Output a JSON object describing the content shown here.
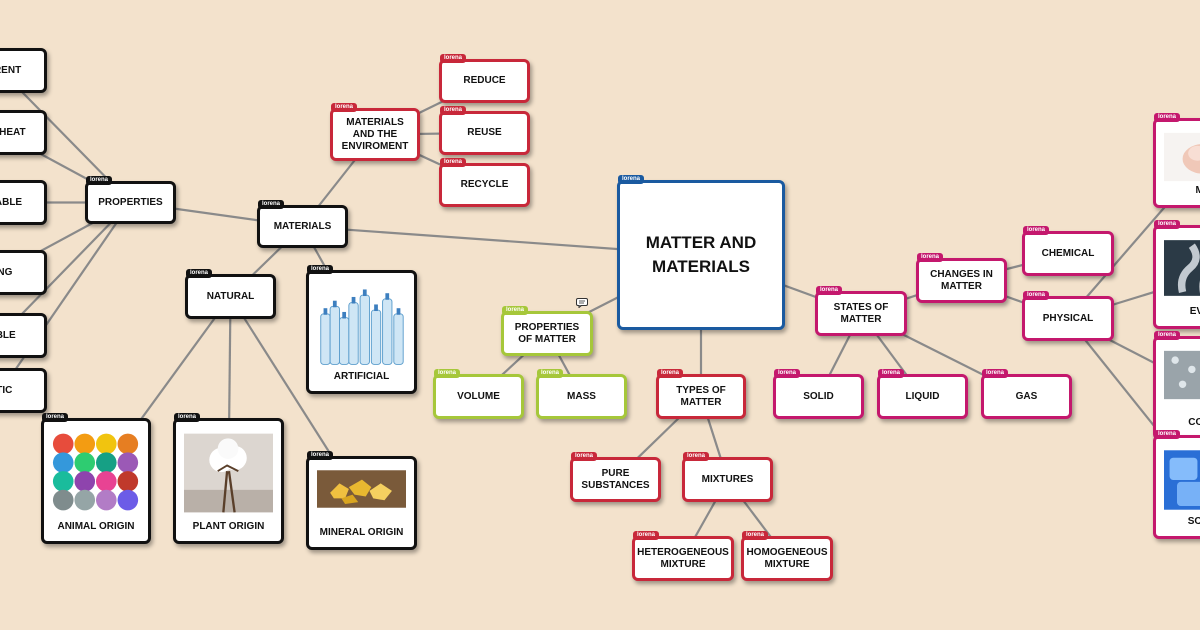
{
  "tag_label": "lorena",
  "colors": {
    "black": "#111111",
    "red": "#c8283a",
    "blue": "#1a5aa0",
    "green": "#a6c73a",
    "pink": "#c4186d",
    "edge": "#8a8a8a"
  },
  "nodes": [
    {
      "id": "matter",
      "label": "MATTER AND MATERIALS",
      "color": "blue"
    },
    {
      "id": "materials",
      "label": "MATERIALS",
      "color": "black"
    },
    {
      "id": "properties",
      "label": "PROPERTIES",
      "color": "black"
    },
    {
      "id": "transparent",
      "label": "PARENT",
      "color": "black"
    },
    {
      "id": "conducts",
      "label": "CTS HEAT",
      "color": "black"
    },
    {
      "id": "permeable",
      "label": "MEABLE",
      "color": "black"
    },
    {
      "id": "strong",
      "label": "ONG",
      "color": "black"
    },
    {
      "id": "flexible",
      "label": "XIBLE",
      "color": "black"
    },
    {
      "id": "plastic",
      "label": "STIC",
      "color": "black"
    },
    {
      "id": "natural",
      "label": "NATURAL",
      "color": "black"
    },
    {
      "id": "artificial",
      "label": "ARTIFICIAL",
      "color": "black",
      "image": "bottles"
    },
    {
      "id": "animal",
      "label": "ANIMAL ORIGIN",
      "color": "black",
      "image": "yarn"
    },
    {
      "id": "plant",
      "label": "PLANT ORIGIN",
      "color": "black",
      "image": "cotton"
    },
    {
      "id": "mineral",
      "label": "MINERAL ORIGIN",
      "color": "black",
      "image": "gold"
    },
    {
      "id": "enviroment",
      "label": "MATERIALS AND THE ENVIROMENT",
      "color": "red"
    },
    {
      "id": "reduce",
      "label": "REDUCE",
      "color": "red"
    },
    {
      "id": "reuse",
      "label": "REUSE",
      "color": "red"
    },
    {
      "id": "recycle",
      "label": "RECYCLE",
      "color": "red"
    },
    {
      "id": "propmatter",
      "label": "PROPERTIES OF MATTER",
      "color": "green"
    },
    {
      "id": "volume",
      "label": "VOLUME",
      "color": "green"
    },
    {
      "id": "mass",
      "label": "MASS",
      "color": "green"
    },
    {
      "id": "types",
      "label": "TYPES OF MATTER",
      "color": "red"
    },
    {
      "id": "pure",
      "label": "PURE SUBSTANCES",
      "color": "red"
    },
    {
      "id": "mixtures",
      "label": "MIXTURES",
      "color": "red"
    },
    {
      "id": "hetero",
      "label": "HETEROGENEOUS MIXTURE",
      "color": "red"
    },
    {
      "id": "homo",
      "label": "HOMOGENEOUS MIXTURE",
      "color": "red"
    },
    {
      "id": "states",
      "label": "STATES OF MATTER",
      "color": "pink"
    },
    {
      "id": "solid",
      "label": "SOLID",
      "color": "pink"
    },
    {
      "id": "liquid",
      "label": "LIQUID",
      "color": "pink"
    },
    {
      "id": "gas",
      "label": "GAS",
      "color": "pink"
    },
    {
      "id": "changes",
      "label": "CHANGES IN MATTER",
      "color": "pink"
    },
    {
      "id": "chemical",
      "label": "CHEMICAL",
      "color": "pink"
    },
    {
      "id": "physical",
      "label": "PHYSICAL",
      "color": "pink"
    },
    {
      "id": "melting",
      "label": "ME",
      "color": "pink",
      "image": "melt"
    },
    {
      "id": "evap",
      "label": "EVAP",
      "color": "pink",
      "image": "steam"
    },
    {
      "id": "cond",
      "label": "COND",
      "color": "pink",
      "image": "drops"
    },
    {
      "id": "solidif",
      "label": "SOLID",
      "color": "pink",
      "image": "ice"
    }
  ],
  "edges": [
    [
      "matter",
      "materials"
    ],
    [
      "materials",
      "properties"
    ],
    [
      "materials",
      "enviroment"
    ],
    [
      "materials",
      "natural"
    ],
    [
      "materials",
      "artificial"
    ],
    [
      "properties",
      "transparent"
    ],
    [
      "properties",
      "conducts"
    ],
    [
      "properties",
      "permeable"
    ],
    [
      "properties",
      "strong"
    ],
    [
      "properties",
      "flexible"
    ],
    [
      "properties",
      "plastic"
    ],
    [
      "enviroment",
      "reduce"
    ],
    [
      "enviroment",
      "reuse"
    ],
    [
      "enviroment",
      "recycle"
    ],
    [
      "natural",
      "animal"
    ],
    [
      "natural",
      "plant"
    ],
    [
      "natural",
      "mineral"
    ],
    [
      "matter",
      "propmatter"
    ],
    [
      "propmatter",
      "volume"
    ],
    [
      "propmatter",
      "mass"
    ],
    [
      "matter",
      "types"
    ],
    [
      "types",
      "pure"
    ],
    [
      "types",
      "mixtures"
    ],
    [
      "mixtures",
      "hetero"
    ],
    [
      "mixtures",
      "homo"
    ],
    [
      "matter",
      "states"
    ],
    [
      "states",
      "solid"
    ],
    [
      "states",
      "liquid"
    ],
    [
      "states",
      "gas"
    ],
    [
      "states",
      "changes"
    ],
    [
      "changes",
      "chemical"
    ],
    [
      "changes",
      "physical"
    ],
    [
      "physical",
      "melting"
    ],
    [
      "physical",
      "evap"
    ],
    [
      "physical",
      "cond"
    ],
    [
      "physical",
      "solidif"
    ]
  ]
}
